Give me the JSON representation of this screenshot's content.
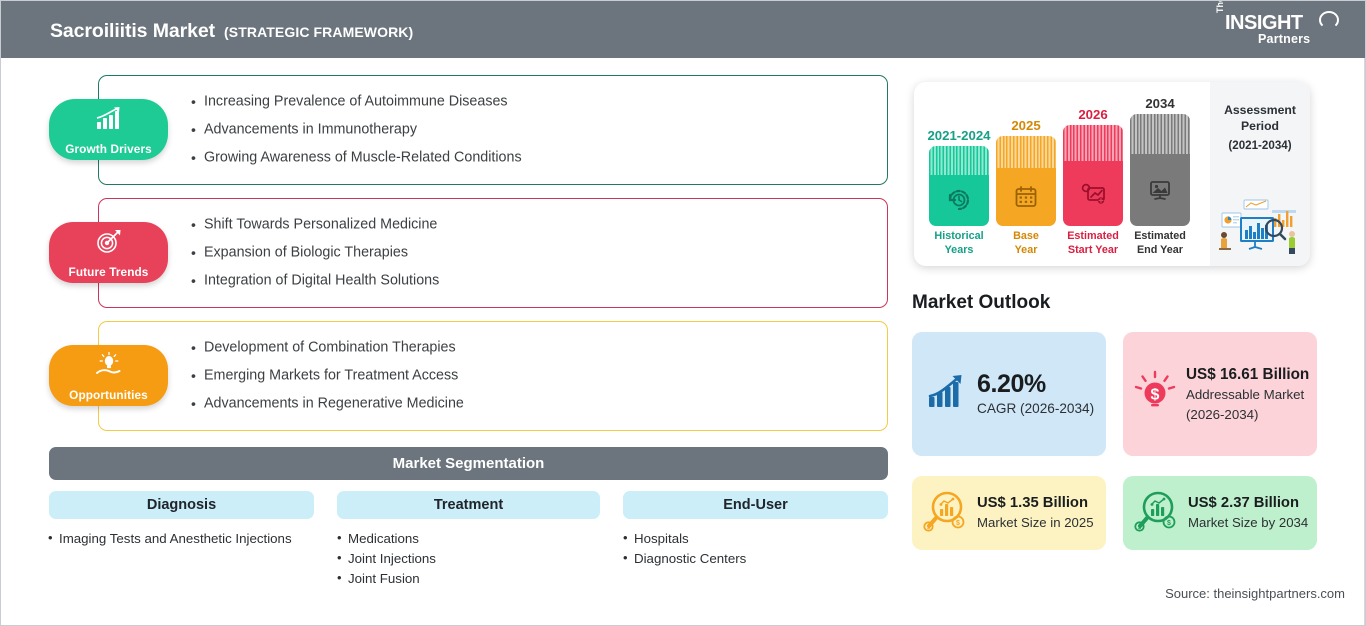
{
  "header": {
    "title": "Sacroiliitis Market",
    "subtitle": "(STRATEGIC FRAMEWORK)",
    "bg_color": "#6c757d",
    "logo": {
      "the": "The",
      "insight": "INSIGHT",
      "partners": "Partners"
    }
  },
  "sections": [
    {
      "badge_label": "Growth Drivers",
      "badge_color": "#1ecb94",
      "border_color": "#1f7a63",
      "icon": "bar-chart-growth-icon",
      "items": [
        "Increasing Prevalence of Autoimmune Diseases",
        "Advancements in Immunotherapy",
        "Growing Awareness of Muscle-Related Conditions"
      ]
    },
    {
      "badge_label": "Future Trends",
      "badge_color": "#e8425a",
      "border_color": "#c9365a",
      "icon": "target-arrow-icon",
      "items": [
        "Shift Towards Personalized Medicine",
        "Expansion of Biologic Therapies",
        "Integration of Digital Health Solutions"
      ]
    },
    {
      "badge_label": "Opportunities",
      "badge_color": "#f59c12",
      "border_color": "#f2cc46",
      "icon": "lightbulb-hand-icon",
      "items": [
        "Development of Combination Therapies",
        "Emerging Markets for Treatment Access",
        "Advancements in Regenerative Medicine"
      ]
    }
  ],
  "segmentation": {
    "header": "Market Segmentation",
    "header_color": "#6c757d",
    "chip_color": "#cbeef9",
    "columns": [
      {
        "title": "Diagnosis",
        "items": [
          "Imaging Tests and Anesthetic Injections"
        ]
      },
      {
        "title": "Treatment",
        "items": [
          "Medications",
          "Joint Injections",
          "Joint Fusion"
        ]
      },
      {
        "title": "End-User",
        "items": [
          "Hospitals",
          "Diagnostic Centers"
        ]
      }
    ]
  },
  "timeline": {
    "bars": [
      {
        "year": "2021-2024",
        "caption_line1": "Historical",
        "caption_line2": "Years",
        "color": "#16c79a",
        "stripe_color": "#7fe0c4",
        "text_color": "#16a085",
        "icon": "clock-history-icon"
      },
      {
        "year": "2025",
        "caption_line1": "Base",
        "caption_line2": "Year",
        "color": "#f5a623",
        "stripe_color": "#fad089",
        "text_color": "#d48806",
        "icon": "calendar-icon"
      },
      {
        "year": "2026",
        "caption_line1": "Estimated",
        "caption_line2": "Start Year",
        "color": "#ef3b5b",
        "stripe_color": "#f78ca0",
        "text_color": "#d81f41",
        "icon": "chart-gear-icon"
      },
      {
        "year": "2034",
        "caption_line1": "Estimated",
        "caption_line2": "End Year",
        "color": "#7a7a7a",
        "stripe_color": "#b5b5b5",
        "text_color": "#333333",
        "icon": "presentation-screen-icon"
      }
    ],
    "assessment": {
      "title_line1": "Assessment",
      "title_line2": "Period",
      "range": "(2021-2034)",
      "illustration": "analytics-dashboard-illustration"
    }
  },
  "market_outlook": {
    "title": "Market Outlook",
    "cards": [
      {
        "value": "6.20%",
        "label": "CAGR (2026-2034)",
        "bg_color": "#cfe7f7",
        "icon": "bar-chart-arrow-up-icon",
        "icon_color": "#1b6ca8"
      },
      {
        "value": "US$ 16.61 Billion",
        "label": "Addressable Market (2026-2034)",
        "bg_color": "#fbd3d8",
        "icon": "dollar-bulb-icon",
        "icon_color": "#ef3b5b"
      },
      {
        "value": "US$ 1.35 Billion",
        "label": "Market Size in 2025",
        "bg_color": "#fdf3c2",
        "icon": "magnifier-chart-icon",
        "icon_color": "#f5a623"
      },
      {
        "value": "US$ 2.37 Billion",
        "label": "Market Size by 2034",
        "bg_color": "#bff0cd",
        "icon": "magnifier-chart-icon",
        "icon_color": "#1e9e5a"
      }
    ]
  },
  "source": "Source: theinsightpartners.com"
}
